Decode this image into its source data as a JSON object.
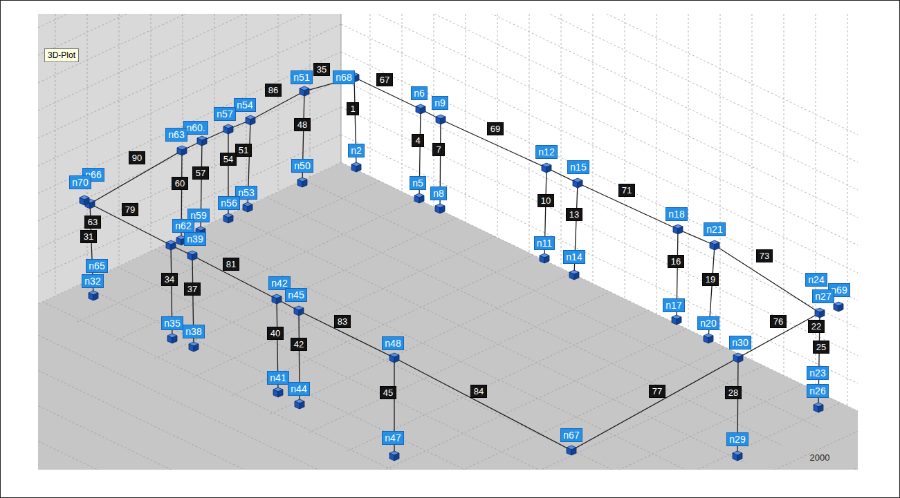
{
  "diagram": {
    "nodes": [
      {
        "text": [
          "3D-Plot"
        ]
      },
      {
        "text": [
          "n68"
        ]
      },
      {
        "text": [
          "35"
        ]
      },
      {
        "text": [
          "n51"
        ]
      },
      {
        "text": [
          "86"
        ]
      },
      {
        "text": [
          "67"
        ]
      },
      {
        "text": [
          "n6"
        ]
      },
      {
        "text": [
          "n9"
        ]
      },
      {
        "text": [
          "n54"
        ]
      },
      {
        "text": [
          "1"
        ]
      },
      {
        "text": [
          "n57"
        ]
      },
      {
        "text": [
          "48"
        ]
      },
      {
        "text": [
          "n60."
        ]
      },
      {
        "text": [
          "69"
        ]
      },
      {
        "text": [
          "n63"
        ]
      },
      {
        "text": [
          "51"
        ]
      },
      {
        "text": [
          "n2"
        ]
      },
      {
        "text": [
          "4"
        ]
      },
      {
        "text": [
          "7"
        ]
      },
      {
        "text": [
          "n12"
        ]
      },
      {
        "text": [
          "90"
        ]
      },
      {
        "text": [
          "54"
        ]
      },
      {
        "text": [
          "n50"
        ]
      },
      {
        "text": [
          "n15"
        ]
      },
      {
        "text": [
          "57"
        ]
      },
      {
        "text": [
          "n66"
        ]
      },
      {
        "text": [
          "n70"
        ]
      },
      {
        "text": [
          "n5"
        ]
      },
      {
        "text": [
          "60"
        ]
      },
      {
        "text": [
          "71"
        ]
      },
      {
        "text": [
          "n53"
        ]
      },
      {
        "text": [
          "n8"
        ]
      },
      {
        "text": [
          "10"
        ]
      },
      {
        "text": [
          "n56"
        ]
      },
      {
        "text": [
          "79"
        ]
      },
      {
        "text": [
          "n18"
        ]
      },
      {
        "text": [
          "13"
        ]
      },
      {
        "text": [
          "n59"
        ]
      },
      {
        "text": [
          "63"
        ]
      },
      {
        "text": [
          "n62"
        ]
      },
      {
        "text": [
          "n21"
        ]
      },
      {
        "text": [
          "31"
        ]
      },
      {
        "text": [
          "n39"
        ]
      },
      {
        "text": [
          "n11"
        ]
      },
      {
        "text": [
          "73"
        ]
      },
      {
        "text": [
          "n14"
        ]
      },
      {
        "text": [
          "16"
        ]
      },
      {
        "text": [
          "81"
        ]
      },
      {
        "text": [
          "n65"
        ]
      },
      {
        "text": [
          "34"
        ]
      },
      {
        "text": [
          "19"
        ]
      },
      {
        "text": [
          "n24"
        ]
      },
      {
        "text": [
          "n32"
        ]
      },
      {
        "text": [
          "n42"
        ]
      },
      {
        "text": [
          "37"
        ]
      },
      {
        "text": [
          "n69"
        ]
      },
      {
        "text": [
          "n45"
        ]
      },
      {
        "text": [
          "n27"
        ]
      },
      {
        "text": [
          "n17"
        ]
      },
      {
        "text": [
          "83"
        ]
      },
      {
        "text": [
          "76"
        ]
      },
      {
        "text": [
          "n35"
        ]
      },
      {
        "text": [
          "n20"
        ]
      },
      {
        "text": [
          "22"
        ]
      },
      {
        "text": [
          "n38"
        ]
      },
      {
        "text": [
          "40"
        ]
      },
      {
        "text": [
          "n30"
        ]
      },
      {
        "text": [
          "n48"
        ]
      },
      {
        "text": [
          "42"
        ]
      },
      {
        "text": [
          "25"
        ]
      },
      {
        "text": [
          "n23"
        ]
      },
      {
        "text": [
          "n41"
        ]
      },
      {
        "text": [
          "n44"
        ]
      },
      {
        "text": [
          "n26"
        ]
      },
      {
        "text": [
          "77"
        ]
      },
      {
        "text": [
          "28"
        ]
      },
      {
        "text": [
          "84"
        ]
      },
      {
        "text": [
          "45"
        ]
      },
      {
        "text": [
          "n67"
        ]
      },
      {
        "text": [
          "n29"
        ]
      },
      {
        "text": [
          "n47"
        ]
      }
    ],
    "labels": [
      "2000"
    ]
  }
}
